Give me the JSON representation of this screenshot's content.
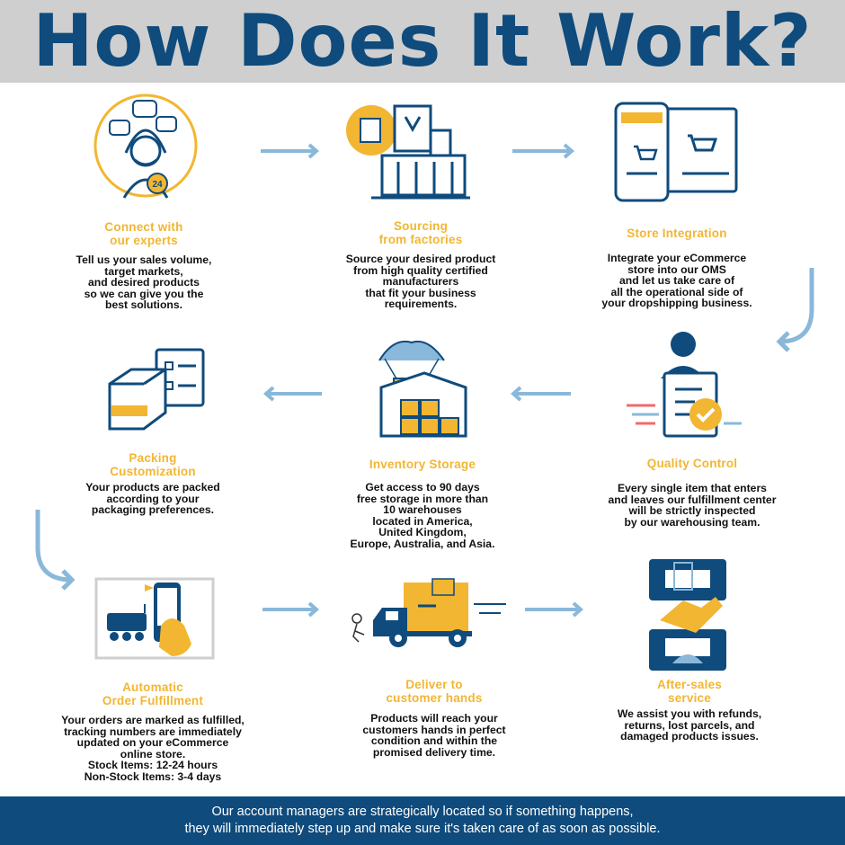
{
  "header": {
    "title": "How Does It Work?"
  },
  "steps": [
    {
      "title": "Connect with\nour experts",
      "desc": "Tell us your sales volume,\ntarget markets,\nand desired products\nso we can give you the\nbest solutions."
    },
    {
      "title": "Sourcing\nfrom factories",
      "desc": "Source your desired product\nfrom high quality certified\nmanufacturers\nthat fit your business\nrequirements."
    },
    {
      "title": "Store Integration",
      "desc": "Integrate your eCommerce\nstore into our OMS\nand let us take care of\nall the operational side of\nyour dropshipping business."
    },
    {
      "title": "Packing\nCustomization",
      "desc": "Your products are packed\naccording to your\npackaging preferences."
    },
    {
      "title": "Inventory Storage",
      "desc": "Get access to 90 days\nfree storage in more than\n10 warehouses\nlocated in America,\nUnited Kingdom,\nEurope, Australia, and Asia."
    },
    {
      "title": "Quality Control",
      "desc": "Every single item that enters\nand leaves our fulfillment center\nwill be strictly inspected\nby our warehousing team."
    },
    {
      "title": "Automatic\nOrder Fulfillment",
      "desc": "Your orders are marked as fulfilled,\ntracking numbers are immediately\nupdated on your eCommerce\nonline store.\nStock Items: 12-24 hours\nNon-Stock Items: 3-4 days"
    },
    {
      "title": "Deliver to\ncustomer hands",
      "desc": "Products will reach your\ncustomers hands in perfect\ncondition and within the\npromised delivery time."
    },
    {
      "title": "After-sales\nservice",
      "desc": "We assist you with refunds,\nreturns, lost parcels, and\ndamaged products issues."
    }
  ],
  "badge_24": "24",
  "footer": {
    "text": "Our account managers are strategically located so if something happens,\nthey will immediately step up and make sure it's taken care of as soon as possible."
  },
  "colors": {
    "navy": "#0f4b7c",
    "yellow": "#f2b632",
    "arrow": "#8ab8da",
    "header_bg": "#cfcfcf"
  },
  "icons": [
    "headset-expert-icon",
    "factory-icon",
    "store-devices-icon",
    "packing-box-icon",
    "warehouse-parachute-icon",
    "quality-inspector-icon",
    "robot-phone-icon",
    "delivery-truck-icon",
    "handshake-service-icon"
  ]
}
